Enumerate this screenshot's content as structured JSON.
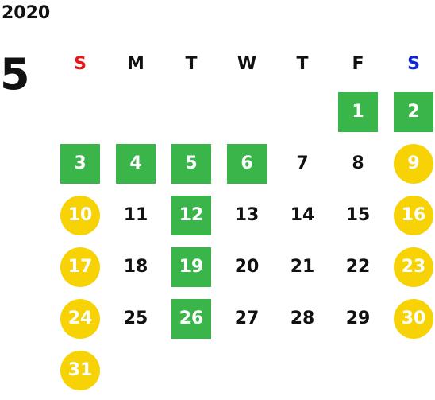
{
  "calendar": {
    "year": "2020",
    "month": "5",
    "weekdays": [
      {
        "label": "S",
        "color": "#e8161b"
      },
      {
        "label": "M",
        "color": "#111111"
      },
      {
        "label": "T",
        "color": "#111111"
      },
      {
        "label": "W",
        "color": "#111111"
      },
      {
        "label": "T",
        "color": "#111111"
      },
      {
        "label": "F",
        "color": "#111111"
      },
      {
        "label": "S",
        "color": "#1027d8"
      }
    ],
    "leading_blanks": 5,
    "colors": {
      "green_square": "#3ab54a",
      "yellow_circle": "#f7d205",
      "text_on_marker": "#ffffff",
      "text_plain": "#111111"
    },
    "days": [
      {
        "label": "1",
        "style": "green"
      },
      {
        "label": "2",
        "style": "green"
      },
      {
        "label": "3",
        "style": "green"
      },
      {
        "label": "4",
        "style": "green"
      },
      {
        "label": "5",
        "style": "green"
      },
      {
        "label": "6",
        "style": "green"
      },
      {
        "label": "7",
        "style": "plain"
      },
      {
        "label": "8",
        "style": "plain"
      },
      {
        "label": "9",
        "style": "yellow"
      },
      {
        "label": "10",
        "style": "yellow"
      },
      {
        "label": "11",
        "style": "plain"
      },
      {
        "label": "12",
        "style": "green"
      },
      {
        "label": "13",
        "style": "plain"
      },
      {
        "label": "14",
        "style": "plain"
      },
      {
        "label": "15",
        "style": "plain"
      },
      {
        "label": "16",
        "style": "yellow"
      },
      {
        "label": "17",
        "style": "yellow"
      },
      {
        "label": "18",
        "style": "plain"
      },
      {
        "label": "19",
        "style": "green"
      },
      {
        "label": "20",
        "style": "plain"
      },
      {
        "label": "21",
        "style": "plain"
      },
      {
        "label": "22",
        "style": "plain"
      },
      {
        "label": "23",
        "style": "yellow"
      },
      {
        "label": "24",
        "style": "yellow"
      },
      {
        "label": "25",
        "style": "plain"
      },
      {
        "label": "26",
        "style": "green"
      },
      {
        "label": "27",
        "style": "plain"
      },
      {
        "label": "28",
        "style": "plain"
      },
      {
        "label": "29",
        "style": "plain"
      },
      {
        "label": "30",
        "style": "yellow"
      },
      {
        "label": "31",
        "style": "yellow"
      }
    ]
  }
}
